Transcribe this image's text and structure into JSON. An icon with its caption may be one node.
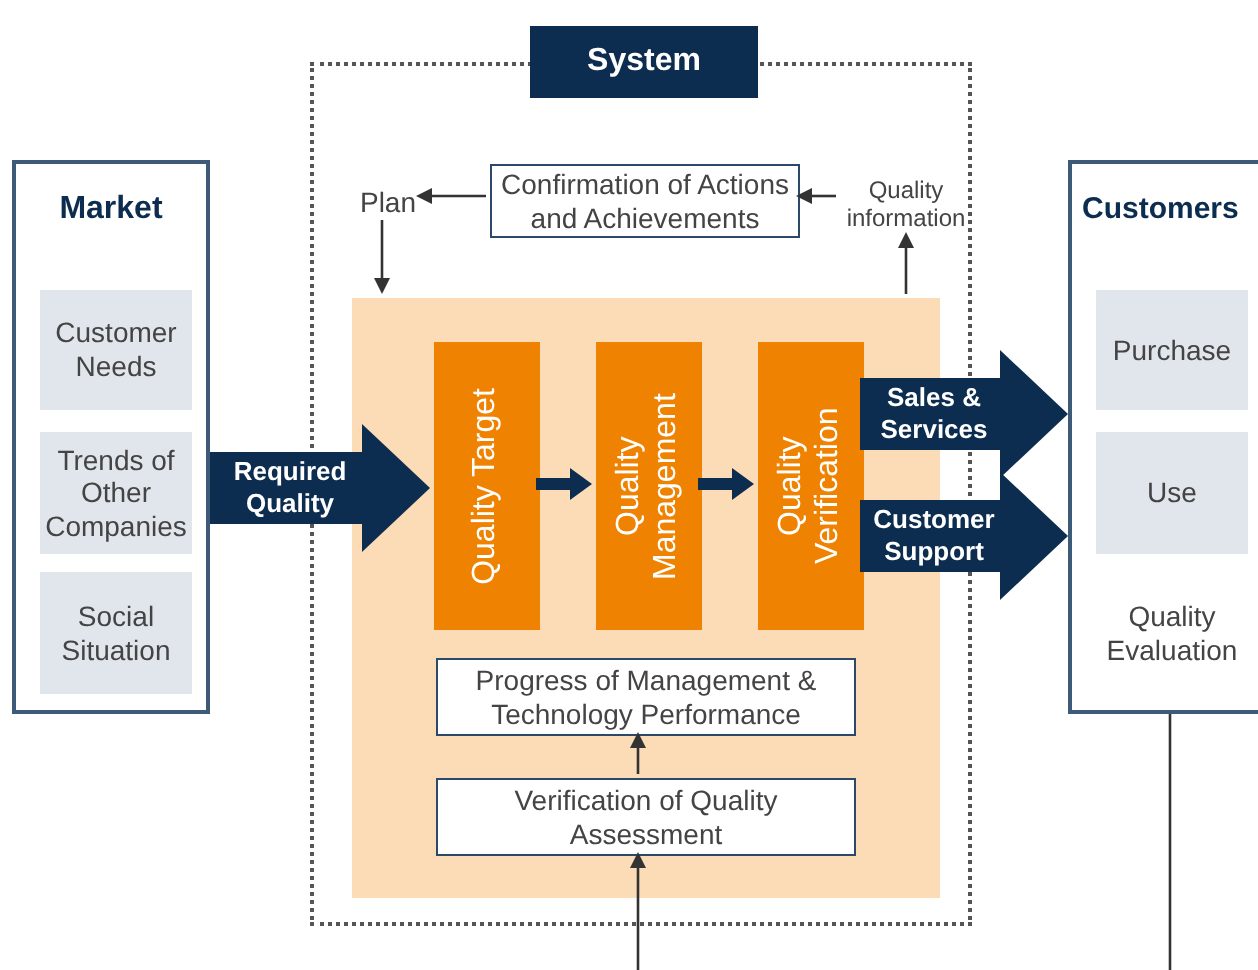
{
  "diagram": {
    "nodes": [
      {
        "text": [
          "System"
        ]
      },
      {
        "text": [
          "Market"
        ]
      },
      {
        "text": [
          "Customer Needs"
        ],
        "in": 1
      },
      {
        "text": [
          "Trends of Other Companies"
        ],
        "in": 1
      },
      {
        "text": [
          "Social Situation"
        ],
        "in": 1
      },
      {
        "text": [
          "Plan"
        ],
        "in": 0
      },
      {
        "text": [
          "Confirmation of Actions and Achievements"
        ],
        "in": 0
      },
      {
        "text": [
          "Quality information"
        ],
        "in": 0
      },
      {
        "text": [],
        "shape": "box",
        "in": 0
      },
      {
        "text": [
          "Quality Target"
        ],
        "in": 8
      },
      {
        "text": [
          "Quality Management"
        ],
        "in": 8
      },
      {
        "text": [
          "Quality Verification"
        ],
        "in": 8
      },
      {
        "text": [
          "Progress of Management & Technology Performance"
        ],
        "in": 8
      },
      {
        "text": [
          "Verification of Quality Assessment"
        ],
        "in": 8
      },
      {
        "text": [
          "Customers"
        ]
      },
      {
        "text": [
          "Purchase"
        ],
        "in": 14
      },
      {
        "text": [
          "Use"
        ],
        "in": 14
      },
      {
        "text": [
          "Quality Evaluation"
        ],
        "in": 14
      }
    ],
    "edges": [
      {
        "from": 1,
        "to": 9,
        "arrow": "to",
        "label": "Required Quality",
        "style": "thick",
        "color": "#0d2d50"
      },
      {
        "from": 9,
        "to": 10,
        "arrow": "to",
        "style": "thick",
        "color": "#0d2d50"
      },
      {
        "from": 10,
        "to": 11,
        "arrow": "to",
        "style": "thick",
        "color": "#0d2d50"
      },
      {
        "from": 11,
        "to": 14,
        "arrow": "to",
        "label": "Sales & Services",
        "style": "thick",
        "color": "#0d2d50"
      },
      {
        "from": 11,
        "to": 14,
        "arrow": "to",
        "label": "Customer Support",
        "style": "thick",
        "color": "#0d2d50"
      },
      {
        "from": 6,
        "to": 5,
        "arrow": "to"
      },
      {
        "from": 7,
        "to": 6,
        "arrow": "to"
      },
      {
        "from": 8,
        "to": 7,
        "arrow": "to"
      },
      {
        "from": 5,
        "to": 8,
        "arrow": "to"
      },
      {
        "from": 13,
        "to": 12,
        "arrow": "to"
      },
      {
        "from": null,
        "to": 13,
        "arrow": "to"
      },
      {
        "from": 14,
        "to": null,
        "arrow": "none"
      }
    ]
  }
}
